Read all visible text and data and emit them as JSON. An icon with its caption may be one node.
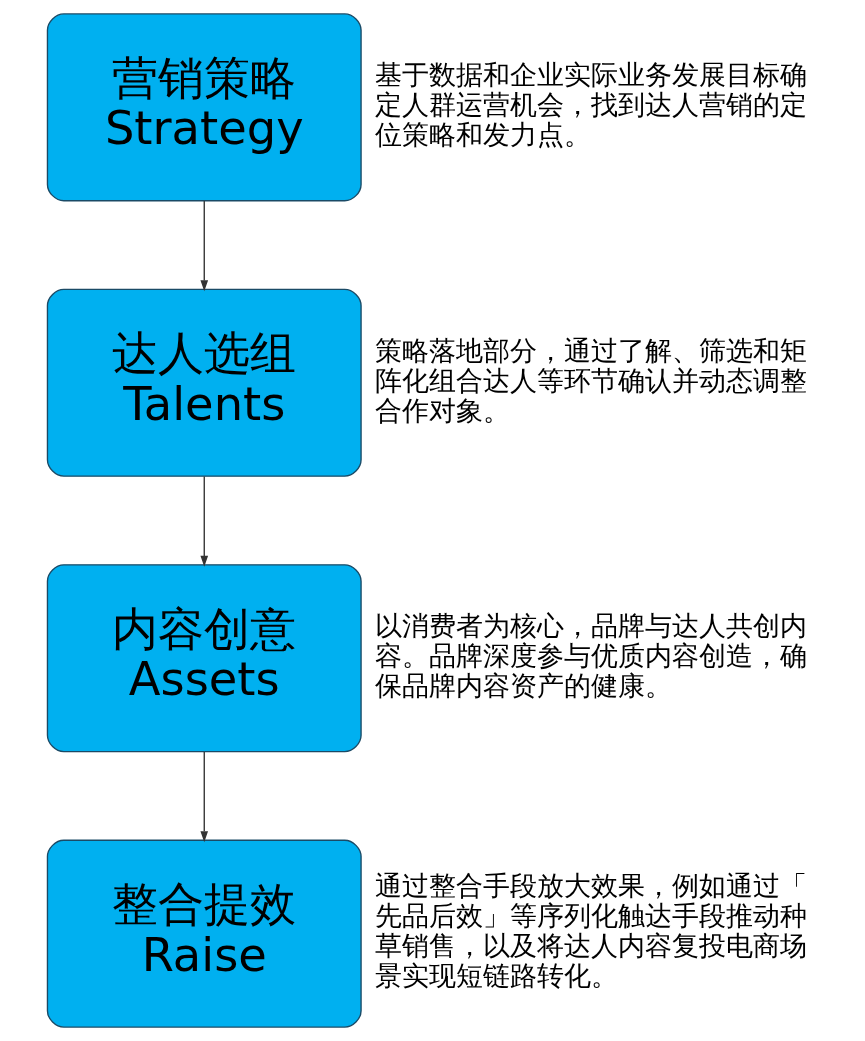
{
  "diagram": {
    "nodes": [
      {
        "text": [
          "营销策略",
          "Strategy"
        ],
        "beside": [
          "基于数据和企业实际业务发展目标确定人群运营机会，找到达人营销的定位策略和发力点。"
        ]
      },
      {
        "text": [
          "达人选组",
          "Talents"
        ],
        "beside": [
          "策略落地部分，通过了解、筛选和矩阵化组合达人等环节确认并动态调整合作对象。"
        ]
      },
      {
        "text": [
          "内容创意",
          "Assets"
        ],
        "beside": [
          "以消费者为核心，品牌与达人共创内容。品牌深度参与优质内容创造，确保品牌内容资产的健康。"
        ]
      },
      {
        "text": [
          "整合提效",
          "Raise"
        ],
        "beside": [
          "通过整合手段放大效果，例如通过「先品后效」等序列化触达手段推动种草销售，以及将达人内容复投电商场景实现短链路转化。"
        ]
      }
    ],
    "edges": [
      {
        "from": 0,
        "to": 1,
        "arrow": "to"
      },
      {
        "from": 1,
        "to": 2,
        "arrow": "to"
      },
      {
        "from": 2,
        "to": 3,
        "arrow": "to"
      }
    ]
  }
}
